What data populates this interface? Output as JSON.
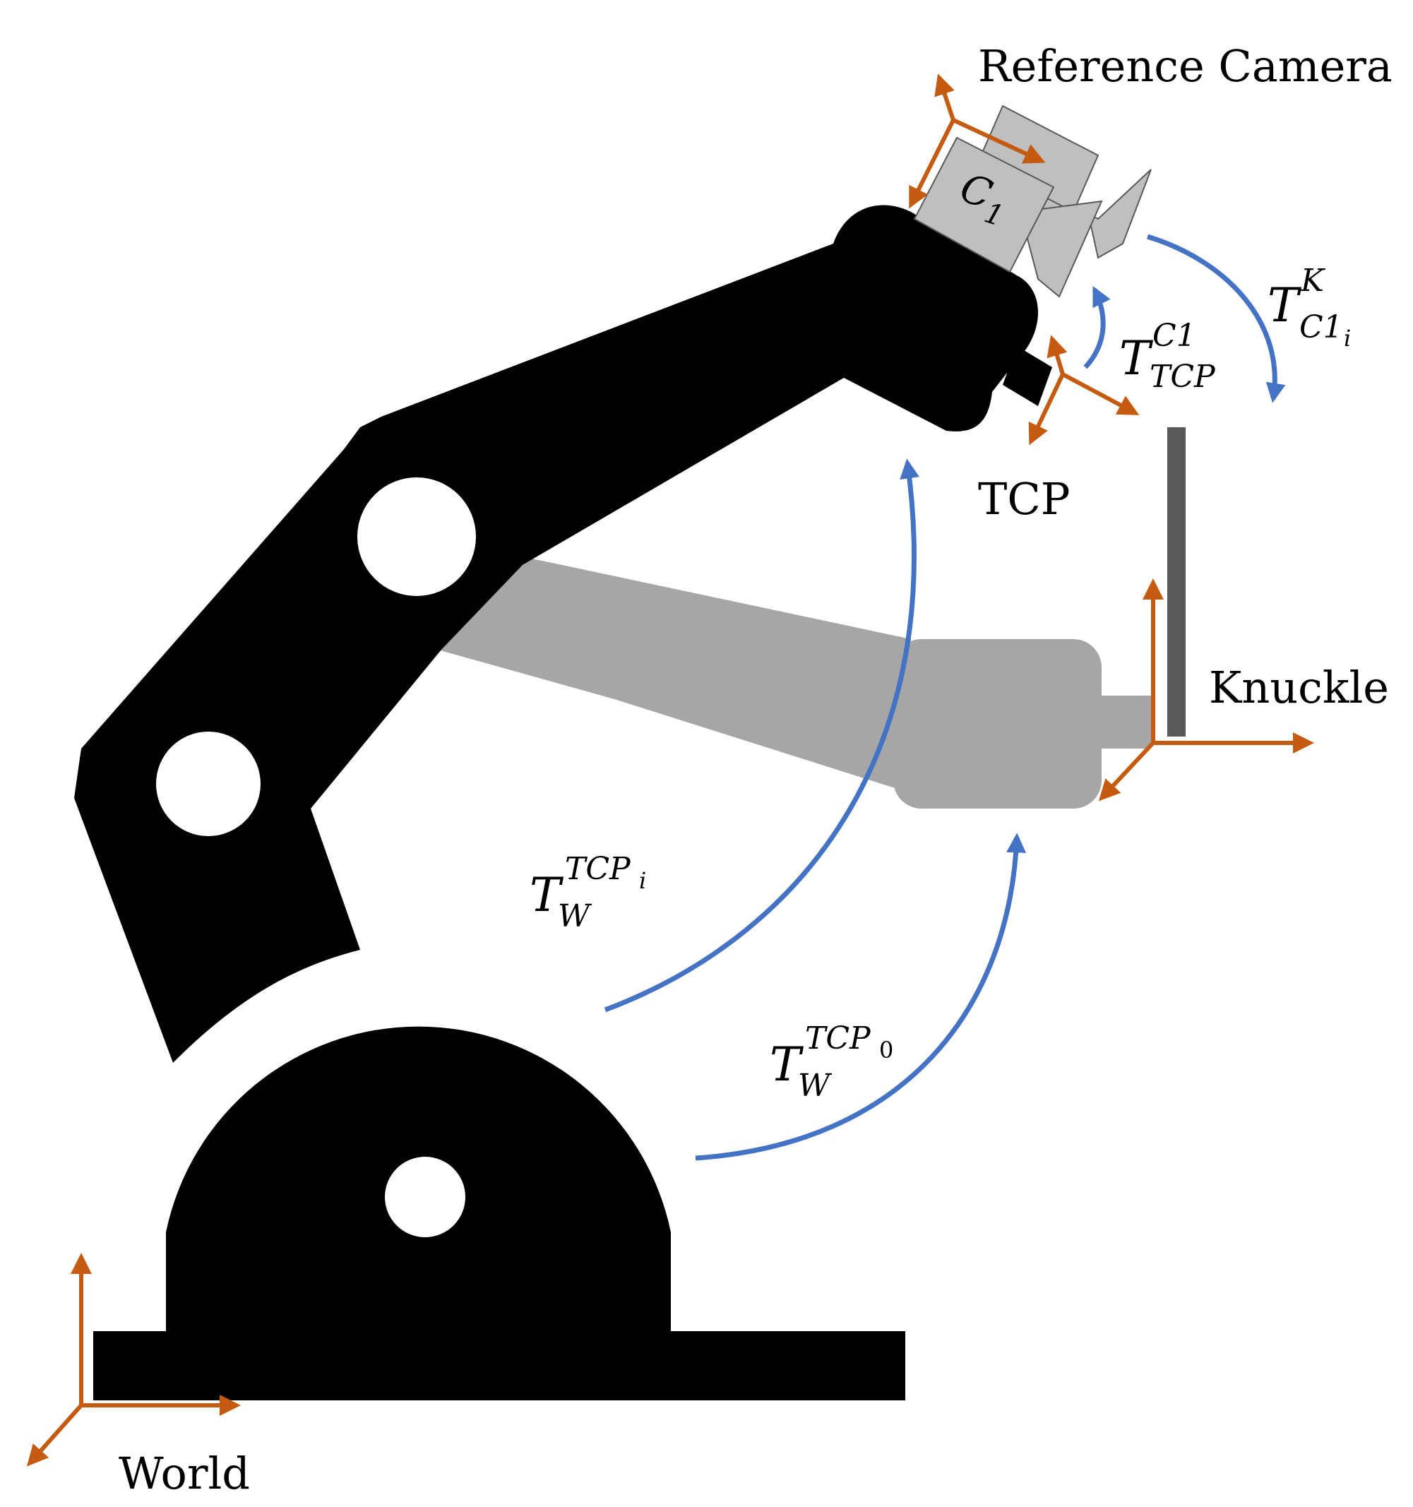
{
  "labels": {
    "reference_camera": "Reference Camera",
    "tcp": "TCP",
    "knuckle": "Knuckle",
    "world": "World",
    "camera_id_main": "C",
    "camera_id_sub": "1"
  },
  "transforms": {
    "camera_to_knuckle": {
      "base": "T",
      "sup": "K",
      "sub": "C1",
      "subsub": "i"
    },
    "tcp_to_camera": {
      "base": "T",
      "sup": "C1",
      "sub": "TCP"
    },
    "world_to_tcp_i": {
      "base": "T",
      "sup": "TCP",
      "supsub": "i",
      "sub": "W"
    },
    "world_to_tcp_0": {
      "base": "T",
      "sup": "TCP",
      "supsub": "0",
      "sub": "W"
    }
  },
  "colors": {
    "robot": "#000000",
    "robot_ghost": "#a6a6a6",
    "axis_arrow": "#c55a11",
    "transform_arrow": "#4472c4",
    "camera_body": "#bfbfbf",
    "camera_outline": "#595959",
    "knuckle_plate": "#595959"
  }
}
